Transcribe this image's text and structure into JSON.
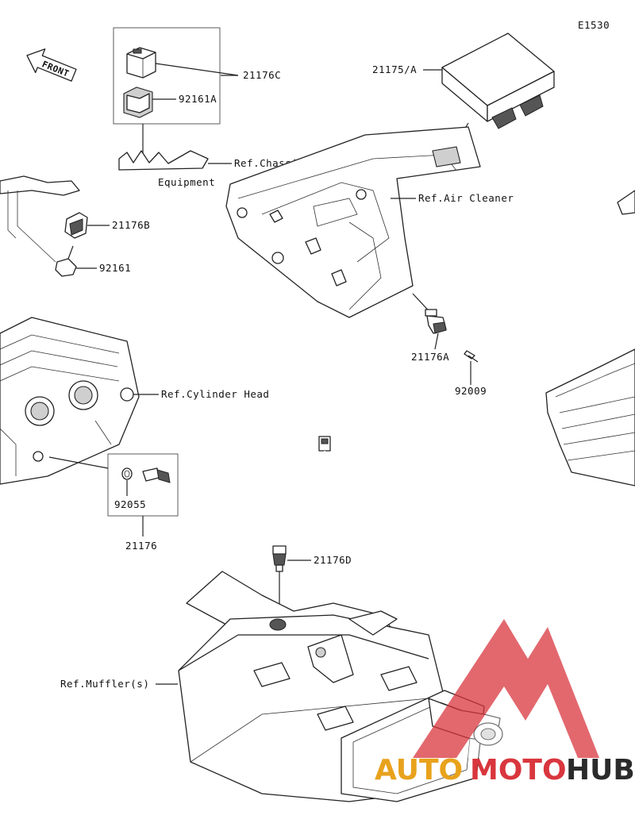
{
  "diagram_code": "E1530",
  "front_label": "FRONT",
  "watermark": {
    "brand": "AUTOMOTOHUB",
    "part1": "AUTO",
    "part2": "MOTO",
    "part3": "HUB"
  },
  "callouts": {
    "p21176C": "21176C",
    "p92161A": "92161A",
    "p21175A": "21175/A",
    "ref_chassis": "Ref.Chassis",
    "ref_chassis_2": "Equipment",
    "ref_air_cleaner": "Ref.Air Cleaner",
    "p21176B": "21176B",
    "p92161": "92161",
    "p21176A": "21176A",
    "p92009": "92009",
    "ref_cylinder_head": "Ref.Cylinder Head",
    "p92055": "92055",
    "p21176": "21176",
    "p21176D": "21176D",
    "ref_muffler": "Ref.Muffler(s)"
  },
  "colors": {
    "watermark_red": "#d9363e",
    "watermark_gold": "#e8a21c",
    "watermark_dark": "#2b2b2b"
  }
}
